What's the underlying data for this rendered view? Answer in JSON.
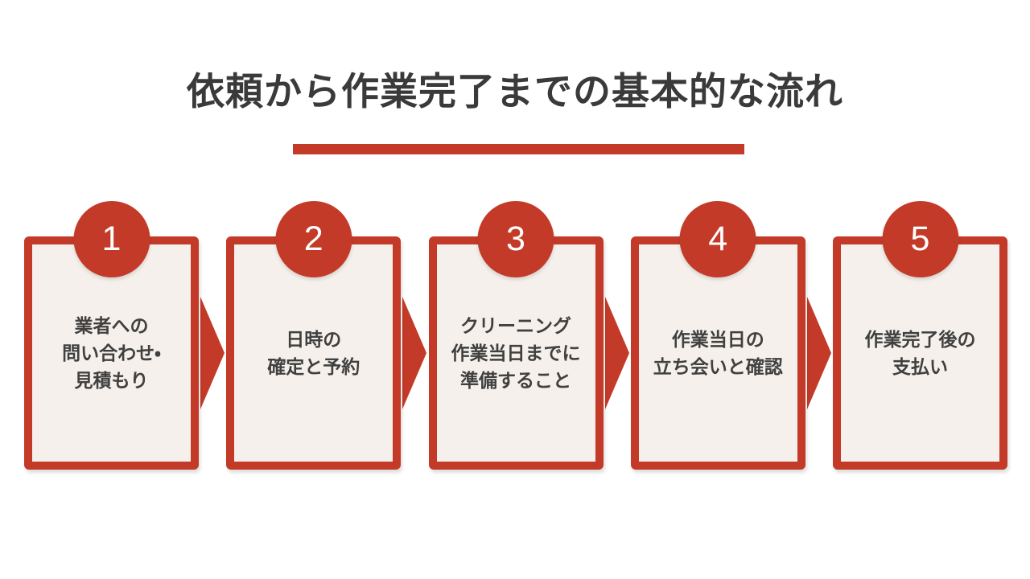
{
  "title": "依頼から作業完了までの基本的な流れ",
  "colors": {
    "accent": "#C33B28",
    "box_bg": "#F5F0EB",
    "title_text": "#3A3A3A",
    "body_text": "#404040",
    "page_bg": "#FFFFFF"
  },
  "steps": [
    {
      "number": "1",
      "label": "業者への\n問い合わせ・\n見積もり"
    },
    {
      "number": "2",
      "label": "日時の\n確定と予約"
    },
    {
      "number": "3",
      "label": "クリーニング\n作業当日までに\n準備すること"
    },
    {
      "number": "4",
      "label": "作業当日の\n立ち会いと確認"
    },
    {
      "number": "5",
      "label": "作業完了後の\n支払い"
    }
  ]
}
